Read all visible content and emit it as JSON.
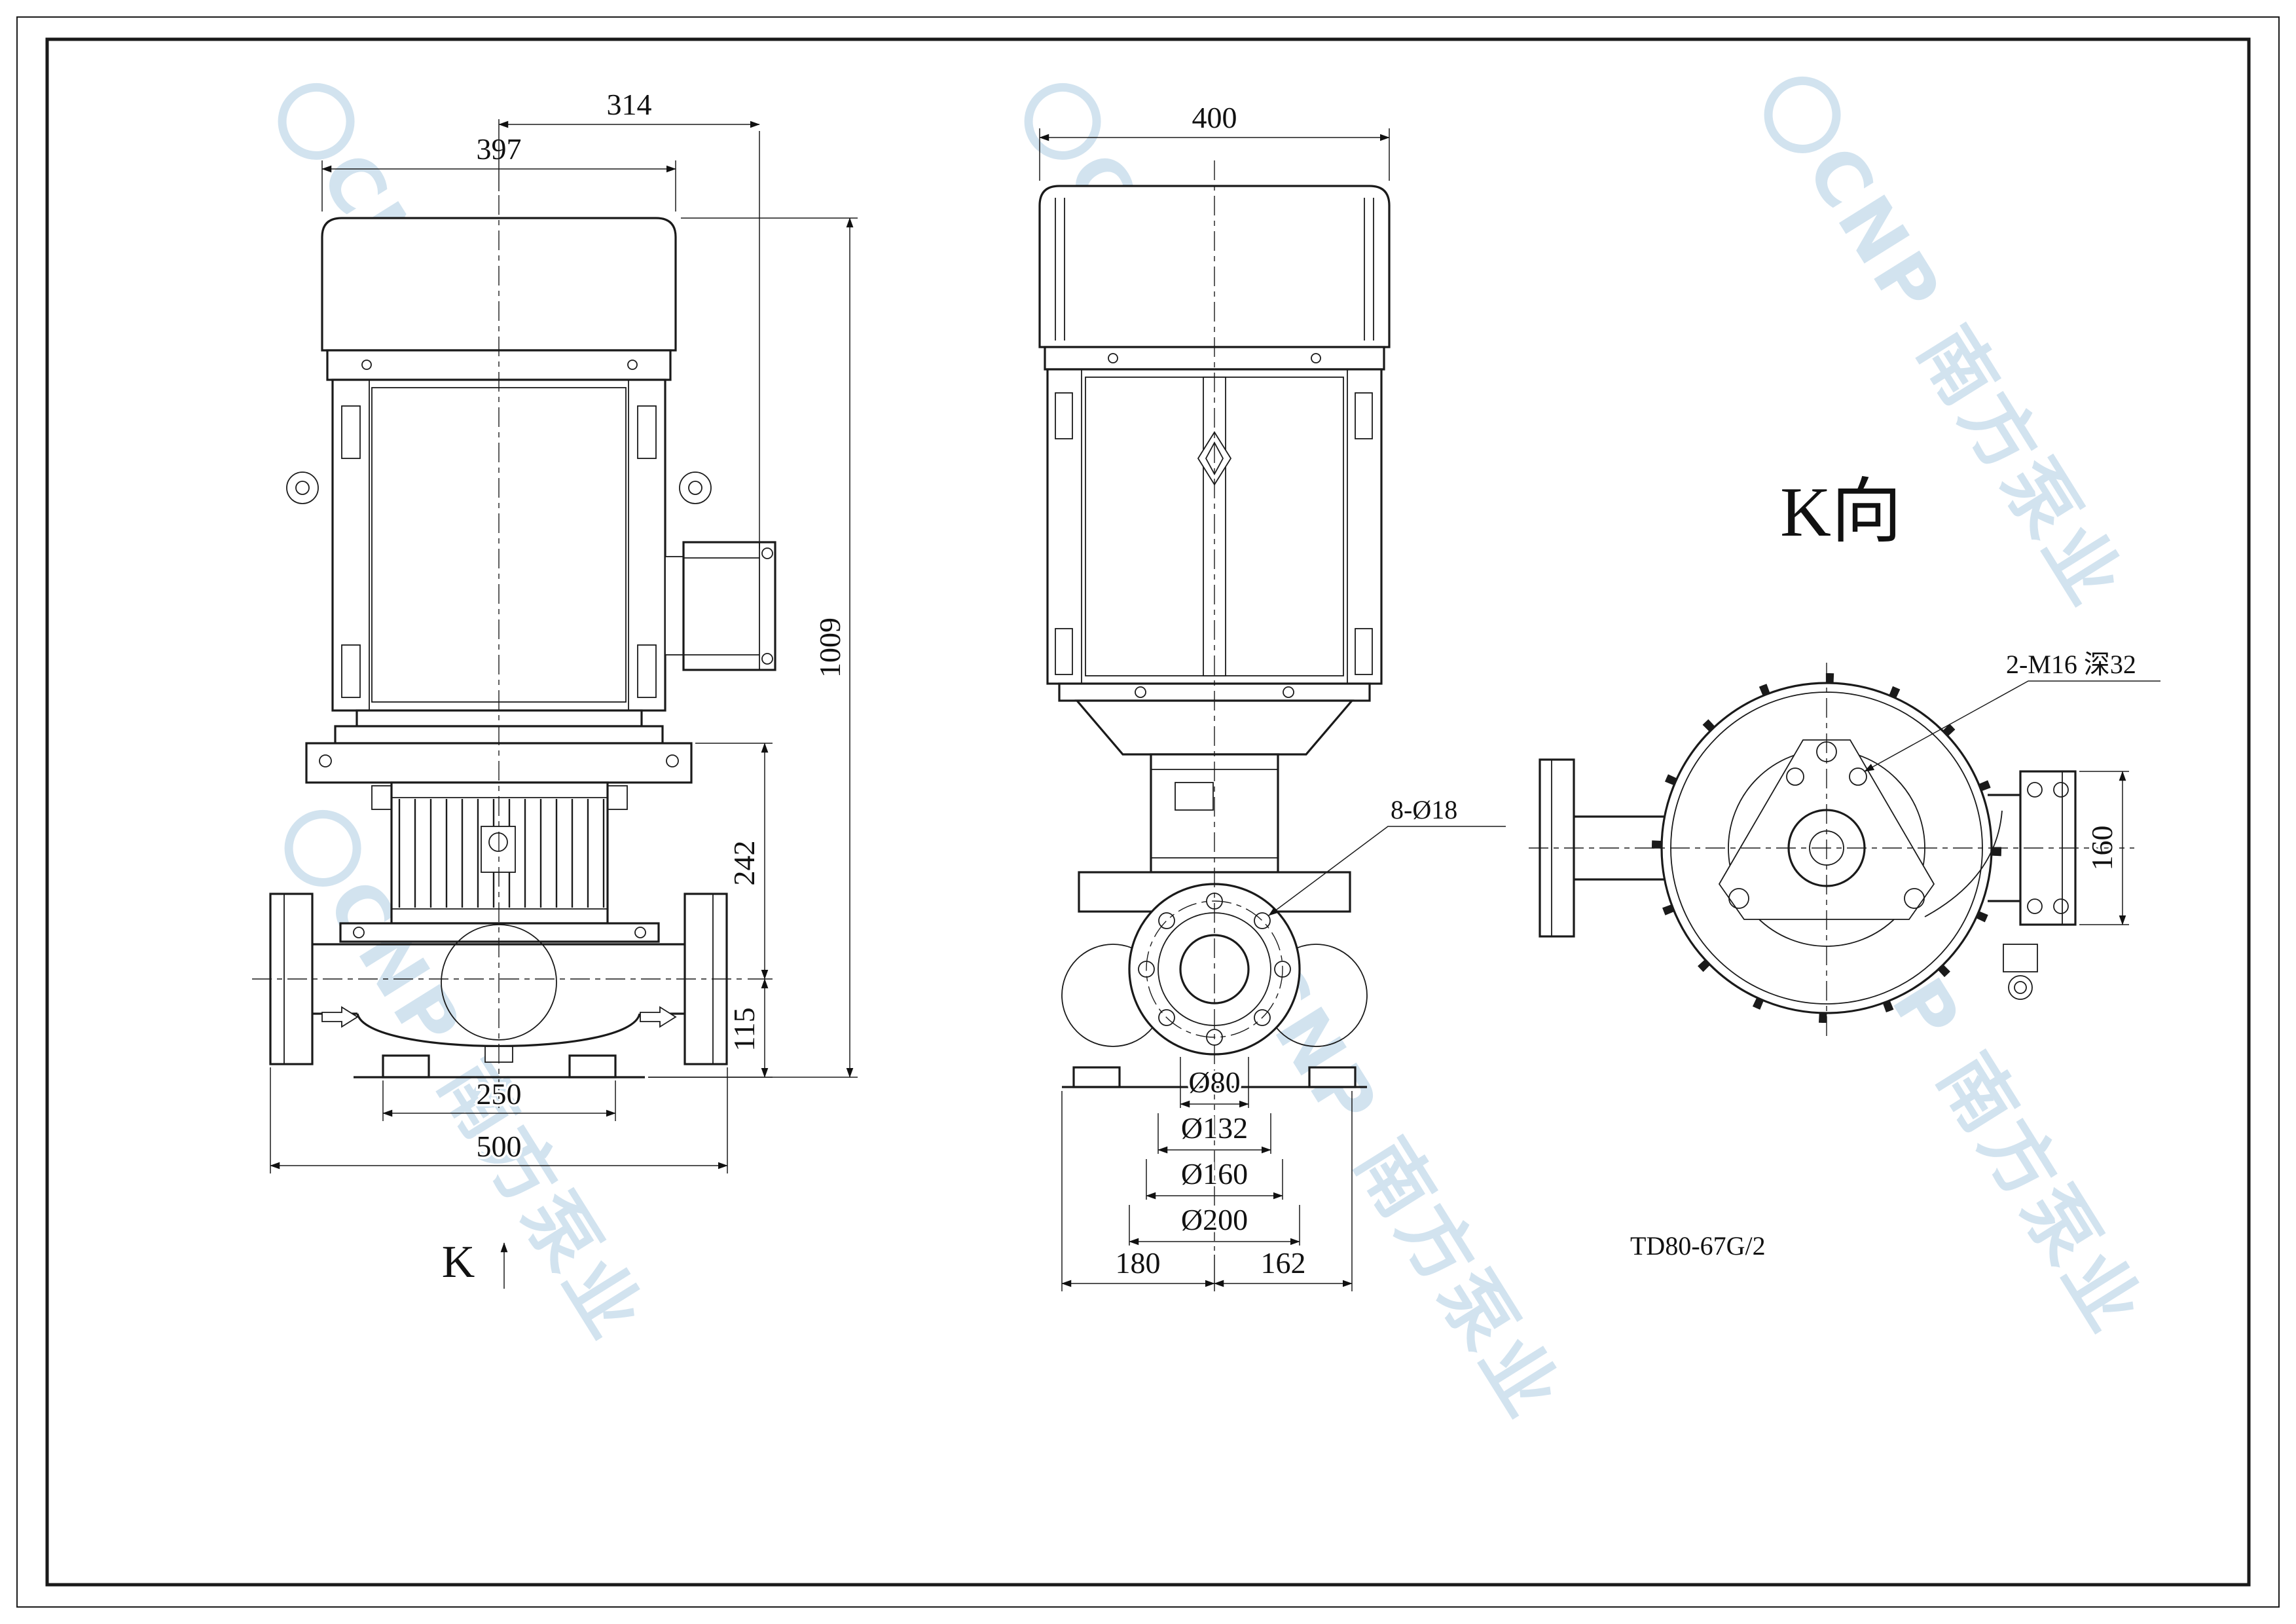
{
  "page": {
    "watermark_text": "CNP 南方泵业"
  },
  "labels": {
    "k_arrow": "K",
    "k_view_title": "K向",
    "model": "TD80-67G/2"
  },
  "front_view": {
    "dim_314": "314",
    "dim_397": "397",
    "dim_1009": "1009",
    "dim_242": "242",
    "dim_115": "115",
    "dim_250": "250",
    "dim_500": "500"
  },
  "side_view": {
    "dim_400": "400",
    "bolt_note": "8-Ø18",
    "dia_80": "Ø80",
    "dia_132": "Ø132",
    "dia_160": "Ø160",
    "dia_200": "Ø200",
    "dim_180": "180",
    "dim_162": "162"
  },
  "k_view": {
    "tap_note": "2-M16 深32",
    "dim_160": "160"
  }
}
